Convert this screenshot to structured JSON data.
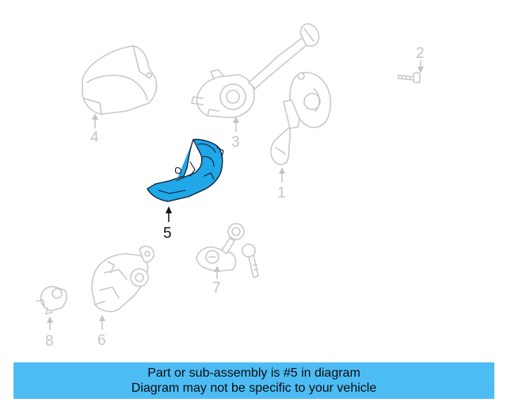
{
  "diagram": {
    "callouts": [
      {
        "id": "1",
        "label": "1",
        "highlighted": false
      },
      {
        "id": "2",
        "label": "2",
        "highlighted": false
      },
      {
        "id": "3",
        "label": "3",
        "highlighted": false
      },
      {
        "id": "4",
        "label": "4",
        "highlighted": false
      },
      {
        "id": "5",
        "label": "5",
        "highlighted": true
      },
      {
        "id": "6",
        "label": "6",
        "highlighted": false
      },
      {
        "id": "7",
        "label": "7",
        "highlighted": false
      },
      {
        "id": "8",
        "label": "8",
        "highlighted": false
      }
    ],
    "highlight_color": "#1fa7e8",
    "ghost_color": "#c9c9c9"
  },
  "banner": {
    "line1": "Part or sub-assembly is #5 in diagram",
    "line2": "Diagram may not be specific to your vehicle",
    "background": "#4dbcf4"
  }
}
